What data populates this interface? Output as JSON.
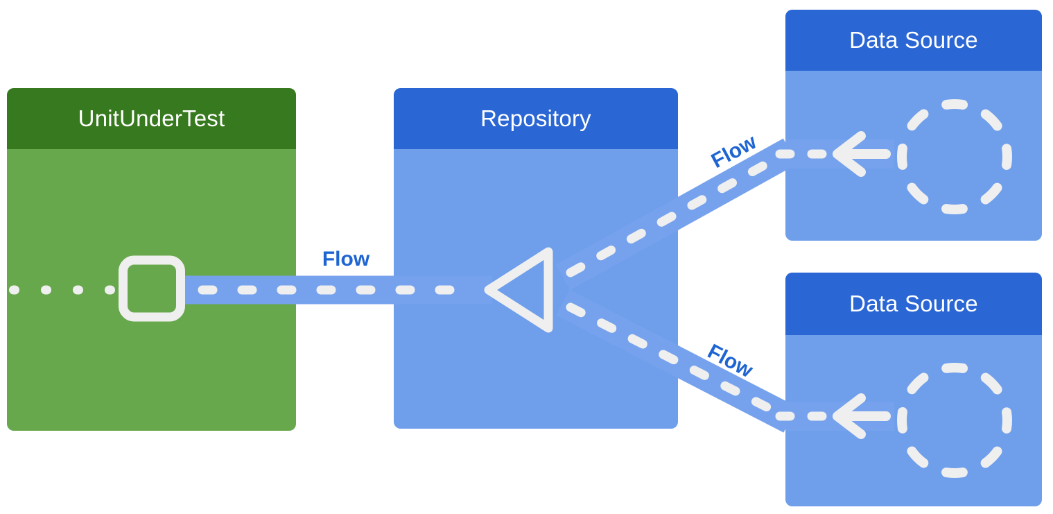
{
  "boxes": {
    "unit_under_test": {
      "title": "UnitUnderTest",
      "header_color": "#37791E",
      "body_color": "#68A84D"
    },
    "repository": {
      "title": "Repository",
      "header_color": "#2A66D4",
      "body_color": "#6F9EEB"
    },
    "data_source_top": {
      "title": "Data Source",
      "header_color": "#2A66D4",
      "body_color": "#6F9EEB"
    },
    "data_source_bottom": {
      "title": "Data Source",
      "header_color": "#2A66D4",
      "body_color": "#6F9EEB"
    }
  },
  "labels": {
    "flow_horizontal": "Flow",
    "flow_upper": "Flow",
    "flow_lower": "Flow"
  },
  "colors": {
    "flow_band": "#76A2ED",
    "dash_white": "#EFEFEF",
    "flow_label_text": "#1F65D2",
    "background": "#FFFFFF"
  },
  "icons": {
    "unit_square": "rounded-square-outline",
    "repository_triangle": "triangle-outline-pointing-left",
    "data_source_circle": "dashed-circle",
    "data_source_arrow": "left-arrow"
  }
}
